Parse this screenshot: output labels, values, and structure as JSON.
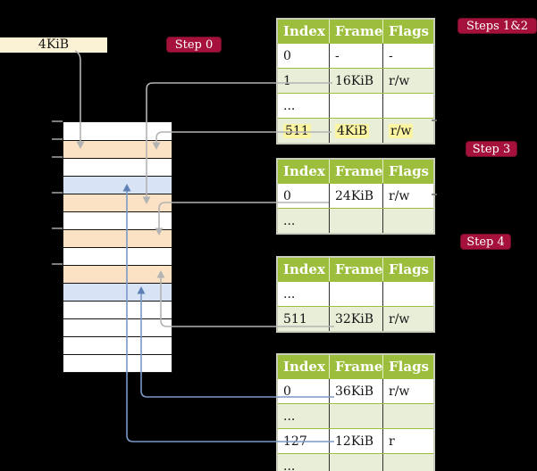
{
  "cr3_label": {
    "text": "4KiB"
  },
  "badges": {
    "step0": {
      "label": "Step 0"
    },
    "steps12": {
      "label": "Steps 1&2"
    },
    "step3": {
      "label": "Step 3"
    },
    "step4": {
      "label": "Step 4"
    }
  },
  "tables": [
    {
      "name": "table-steps-1-2",
      "columns": [
        "Index",
        "Frame",
        "Flags"
      ],
      "rows": [
        {
          "cells": [
            "0",
            "-",
            "-"
          ],
          "highlight": false
        },
        {
          "cells": [
            "1",
            "16KiB",
            "r/w"
          ],
          "highlight": false
        },
        {
          "cells": [
            "...",
            "",
            ""
          ],
          "highlight": false
        },
        {
          "cells": [
            "511",
            "4KiB",
            "r/w"
          ],
          "highlight": true
        }
      ]
    },
    {
      "name": "table-step-3",
      "columns": [
        "Index",
        "Frame",
        "Flags"
      ],
      "rows": [
        {
          "cells": [
            "0",
            "24KiB",
            "r/w"
          ],
          "highlight": false
        },
        {
          "cells": [
            "...",
            "",
            ""
          ],
          "highlight": false
        }
      ]
    },
    {
      "name": "table-step-4-upper",
      "columns": [
        "Index",
        "Frame",
        "Flags"
      ],
      "rows": [
        {
          "cells": [
            "...",
            "",
            ""
          ],
          "highlight": false
        },
        {
          "cells": [
            "511",
            "32KiB",
            "r/w"
          ],
          "highlight": false
        }
      ]
    },
    {
      "name": "table-step-4-lower",
      "columns": [
        "Index",
        "Frame",
        "Flags"
      ],
      "rows": [
        {
          "cells": [
            "0",
            "36KiB",
            "r/w"
          ],
          "highlight": false
        },
        {
          "cells": [
            "...",
            "",
            ""
          ],
          "highlight": false
        },
        {
          "cells": [
            "127",
            "12KiB",
            "r"
          ],
          "highlight": false
        },
        {
          "cells": [
            "...",
            "",
            ""
          ],
          "highlight": false
        }
      ]
    }
  ],
  "memory": {
    "rows": [
      {
        "type": "plain"
      },
      {
        "type": "table"
      },
      {
        "type": "plain"
      },
      {
        "type": "frame"
      },
      {
        "type": "table"
      },
      {
        "type": "plain"
      },
      {
        "type": "table"
      },
      {
        "type": "plain"
      },
      {
        "type": "table"
      },
      {
        "type": "frame"
      },
      {
        "type": "plain"
      },
      {
        "type": "plain"
      },
      {
        "type": "plain"
      },
      {
        "type": "plain"
      }
    ]
  },
  "connectors": [
    {
      "from": "cr3-label",
      "to": "memory-row-2",
      "color": "gray"
    },
    {
      "from": "table1-row-1",
      "to": "memory-row-5",
      "color": "gray"
    },
    {
      "from": "table1-row-511",
      "to": "memory-row-2",
      "color": "gray"
    },
    {
      "from": "table2-row-0",
      "to": "memory-row-7",
      "color": "gray"
    },
    {
      "from": "table3-row-511",
      "to": "memory-row-9",
      "color": "gray"
    },
    {
      "from": "table4-row-0",
      "to": "memory-row-10",
      "color": "blue"
    },
    {
      "from": "table4-row-127",
      "to": "memory-row-4",
      "color": "blue"
    }
  ],
  "colors": {
    "c-header-green": "#9CBE3C",
    "c-row-green": "#E9EED9",
    "c-peach": "#FBE2C4",
    "c-page-blue": "#D8E4F5",
    "c-cream": "#FBF1D4",
    "c-crimson": "#A5113B",
    "c-hl-yellow": "#FBF5A2",
    "c-arrow-gray": "#B3B3B3",
    "c-arrow-blue": "#7B98C7"
  }
}
